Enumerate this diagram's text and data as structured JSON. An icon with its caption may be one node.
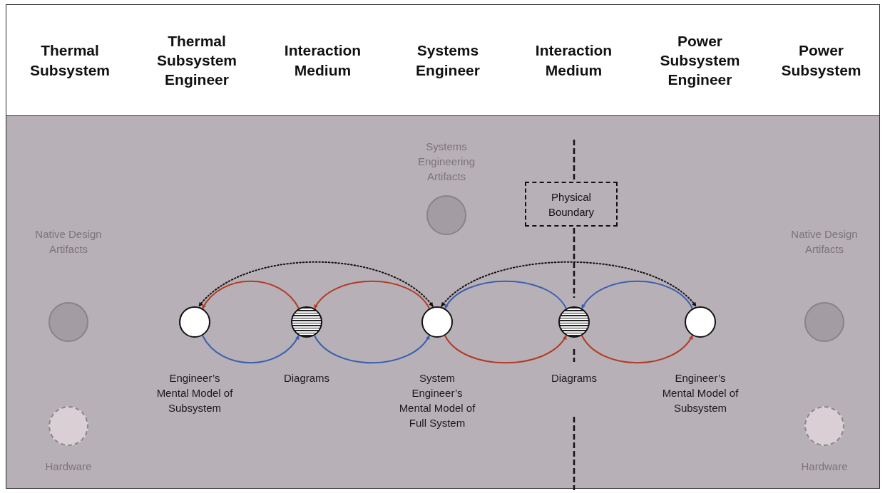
{
  "diagram": {
    "nodes": [
      {
        "text": [
          "Thermal Subsystem"
        ]
      },
      {
        "text": [
          "Thermal Subsystem Engineer"
        ]
      },
      {
        "text": [
          "Interaction Medium"
        ]
      },
      {
        "text": [
          "Systems Engineer"
        ]
      },
      {
        "text": [
          "Interaction Medium"
        ]
      },
      {
        "text": [
          "Power Subsystem Engineer"
        ]
      },
      {
        "text": [
          "Power Subsystem"
        ]
      },
      {
        "text": [
          "Native Design Artifacts"
        ],
        "in": 0
      },
      {
        "text": [
          "Hardware"
        ],
        "in": 0
      },
      {
        "text": [
          "Systems Engineering Artifacts"
        ],
        "in": 3
      },
      {
        "text": [
          "Physical Boundary"
        ],
        "in": 4
      },
      {
        "text": [
          "Engineer’s Mental Model of Subsystem"
        ],
        "in": 1
      },
      {
        "text": [
          "Diagrams"
        ],
        "in": 2
      },
      {
        "text": [
          "System Engineer’s Mental Model of Full System"
        ],
        "in": 3
      },
      {
        "text": [
          "Diagrams"
        ],
        "in": 4
      },
      {
        "text": [
          "Engineer’s Mental Model of Subsystem"
        ],
        "in": 5
      },
      {
        "text": [
          "Native Design Artifacts"
        ],
        "in": 6
      },
      {
        "text": [
          "Hardware"
        ],
        "in": 6
      }
    ],
    "edges": [
      {
        "from": 13,
        "to": 12,
        "arrow": "to",
        "color": "#b23a24"
      },
      {
        "from": 12,
        "to": 11,
        "arrow": "to",
        "color": "#b23a24"
      },
      {
        "from": 11,
        "to": 12,
        "arrow": "to",
        "color": "#3a5fb0"
      },
      {
        "from": 12,
        "to": 13,
        "arrow": "to",
        "color": "#3a5fb0"
      },
      {
        "from": 13,
        "to": 14,
        "arrow": "to",
        "color": "#b23a24"
      },
      {
        "from": 14,
        "to": 15,
        "arrow": "to",
        "color": "#b23a24"
      },
      {
        "from": 15,
        "to": 14,
        "arrow": "to",
        "color": "#3a5fb0"
      },
      {
        "from": 14,
        "to": 13,
        "arrow": "to",
        "color": "#3a5fb0"
      },
      {
        "from": 13,
        "to": 11,
        "arrow": "both",
        "style": "dashed",
        "color": "#111111"
      },
      {
        "from": 13,
        "to": 15,
        "arrow": "both",
        "style": "dashed",
        "color": "#111111"
      }
    ]
  }
}
